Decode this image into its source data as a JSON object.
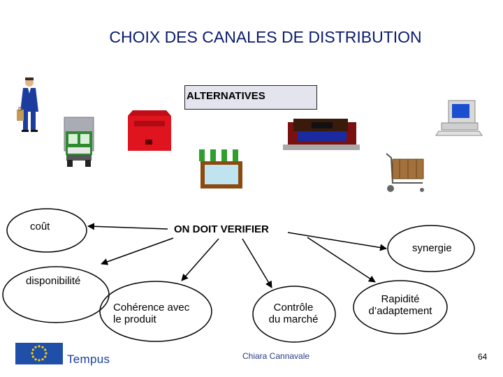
{
  "title": "CHOIX DES CANALES DE DISTRIBUTION",
  "alternatives_label": "ALTERNATIVES",
  "center_label": "ON DOIT VERIFIER",
  "criteria": {
    "cost": "coût",
    "synergie": "synergie",
    "disponibilite": "disponibilité",
    "coherence": [
      "Cohérence avec",
      "le produit"
    ],
    "controle": [
      "Contrôle",
      "du marché"
    ],
    "rapidite": [
      "Rapidité",
      "d’adaptement"
    ]
  },
  "footer": {
    "logo_text": "Tempus",
    "author": "Chiara Cannavale",
    "page_number": "64"
  },
  "colors": {
    "title": "#0a1a6e",
    "mailbox": "#e0141e",
    "shop_awning": "#2e9e2e",
    "eu_flag": "#1f4fa8",
    "eu_stars": "#ffd200"
  }
}
